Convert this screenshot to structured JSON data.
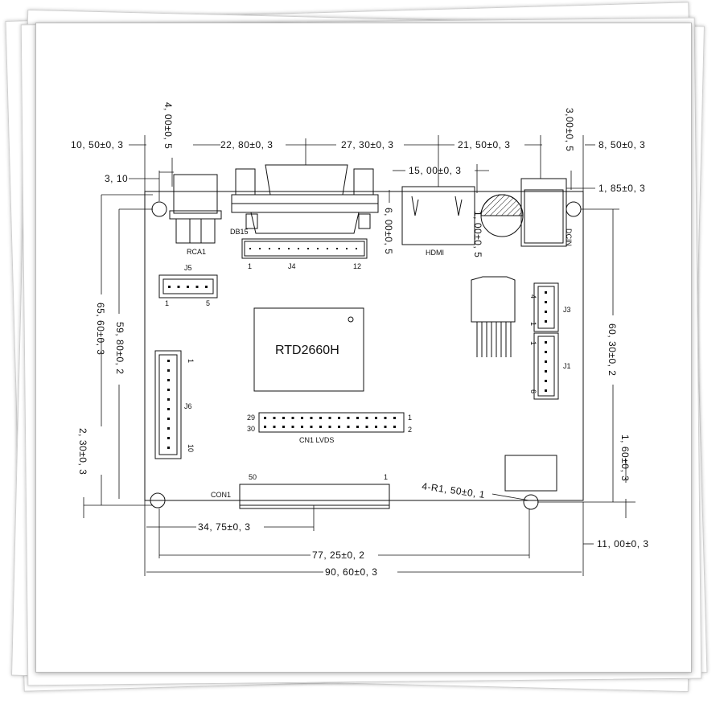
{
  "board": {
    "chip": "RTD2660H",
    "components": {
      "rca": "RCA1",
      "db15": "DB15",
      "j4": "J4",
      "j4_pin_first": "1",
      "j4_pin_last": "12",
      "hdmi": "HDMI",
      "dcin": "DCIN",
      "j5": "J5",
      "j5_pin_first": "1",
      "j5_pin_last": "5",
      "j3": "J3",
      "j3_pin_top": "4",
      "j3_pin_bottom": "1",
      "j1": "J1",
      "j1_pin_top": "1",
      "j1_pin_bottom": "6",
      "j6": "J6",
      "j6_pin_top": "1",
      "j6_pin_bottom": "10",
      "cn1": "CN1  LVDS",
      "cn1_pin_29": "29",
      "cn1_pin_30": "30",
      "cn1_pin_1": "1",
      "cn1_pin_2": "2",
      "con1": "CON1",
      "con1_pin_50": "50",
      "con1_pin_1": "1"
    }
  },
  "dimensions": {
    "d_10_50": "10, 50±0, 3",
    "d_3_10": "3, 10",
    "d_4_00": "4, 00±0, 5",
    "d_22_80": "22, 80±0, 3",
    "d_27_30": "27, 30±0, 3",
    "d_15_00": "15, 00±0, 3",
    "d_21_50": "21, 50±0, 3",
    "d_3_00": "3,00±0, 5",
    "d_8_50": "8, 50±0, 3",
    "d_1_85": "1, 85±0, 3",
    "d_6_00": "6, 00±0, 5",
    "d_1_00": "1, 00±0, 5",
    "d_65_60": "65, 60±0, 3",
    "d_59_80": "59, 80±0, 2",
    "d_60_30": "60, 30±0, 2",
    "d_2_30": "2, 30±0, 3",
    "d_1_60": "1, 60±0, 3",
    "d_4_r1_50": "4-R1, 50±0, 1",
    "d_34_75": "34, 75±0, 3",
    "d_77_25": "77, 25±0, 2",
    "d_11_00": "11, 00±0, 3",
    "d_90_60": "90, 60±0, 3"
  }
}
